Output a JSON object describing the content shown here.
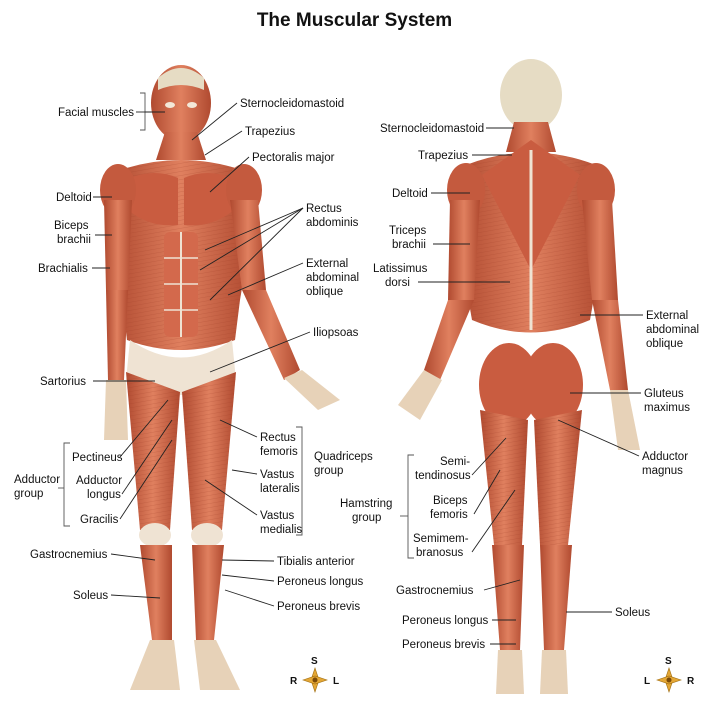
{
  "title": "The Muscular System",
  "colors": {
    "muscle": "#d4674a",
    "muscle_dark": "#a9402a",
    "muscle_light": "#e89a7c",
    "tendon": "#efe3d3",
    "bone": "#e6dcc4",
    "text": "#111111"
  },
  "anterior": {
    "labels": {
      "facial": "Facial muscles",
      "sterno": "Sternocleidomastoid",
      "trapezius": "Trapezius",
      "pectoralis": "Pectoralis major",
      "deltoid": "Deltoid",
      "biceps_1": "Biceps",
      "biceps_2": "brachii",
      "brachialis": "Brachialis",
      "rectus_abd_1": "Rectus",
      "rectus_abd_2": "abdominis",
      "ext_obl_1": "External",
      "ext_obl_2": "abdominal",
      "ext_obl_3": "oblique",
      "iliopsoas": "Iliopsoas",
      "sartorius": "Sartorius",
      "pectineus": "Pectineus",
      "adductor_longus_1": "Adductor",
      "adductor_longus_2": "longus",
      "gracilis": "Gracilis",
      "adductor_group_1": "Adductor",
      "adductor_group_2": "group",
      "rectus_fem_1": "Rectus",
      "rectus_fem_2": "femoris",
      "vastus_lat_1": "Vastus",
      "vastus_lat_2": "lateralis",
      "vastus_med_1": "Vastus",
      "vastus_med_2": "medialis",
      "quadriceps_1": "Quadriceps",
      "quadriceps_2": "group",
      "gastrocnemius": "Gastrocnemius",
      "soleus": "Soleus",
      "tibialis": "Tibialis anterior",
      "peroneus_longus": "Peroneus longus",
      "peroneus_brevis": "Peroneus brevis"
    },
    "compass": {
      "s": "S",
      "r": "R",
      "l": "L"
    }
  },
  "posterior": {
    "labels": {
      "sterno": "Sternocleidomastoid",
      "trapezius": "Trapezius",
      "deltoid": "Deltoid",
      "triceps_1": "Triceps",
      "triceps_2": "brachii",
      "latissimus_1": "Latissimus",
      "latissimus_2": "dorsi",
      "ext_obl_1": "External",
      "ext_obl_2": "abdominal",
      "ext_obl_3": "oblique",
      "gluteus_1": "Gluteus",
      "gluteus_2": "maximus",
      "adductor_magnus_1": "Adductor",
      "adductor_magnus_2": "magnus",
      "semitend_1": "Semi-",
      "semitend_2": "tendinosus",
      "biceps_fem_1": "Biceps",
      "biceps_fem_2": "femoris",
      "semimem_1": "Semimem-",
      "semimem_2": "branosus",
      "hamstring_1": "Hamstring",
      "hamstring_2": "group",
      "gastrocnemius": "Gastrocnemius",
      "soleus": "Soleus",
      "peroneus_longus": "Peroneus longus",
      "peroneus_brevis": "Peroneus brevis"
    },
    "compass": {
      "s": "S",
      "l": "L",
      "r": "R"
    }
  }
}
